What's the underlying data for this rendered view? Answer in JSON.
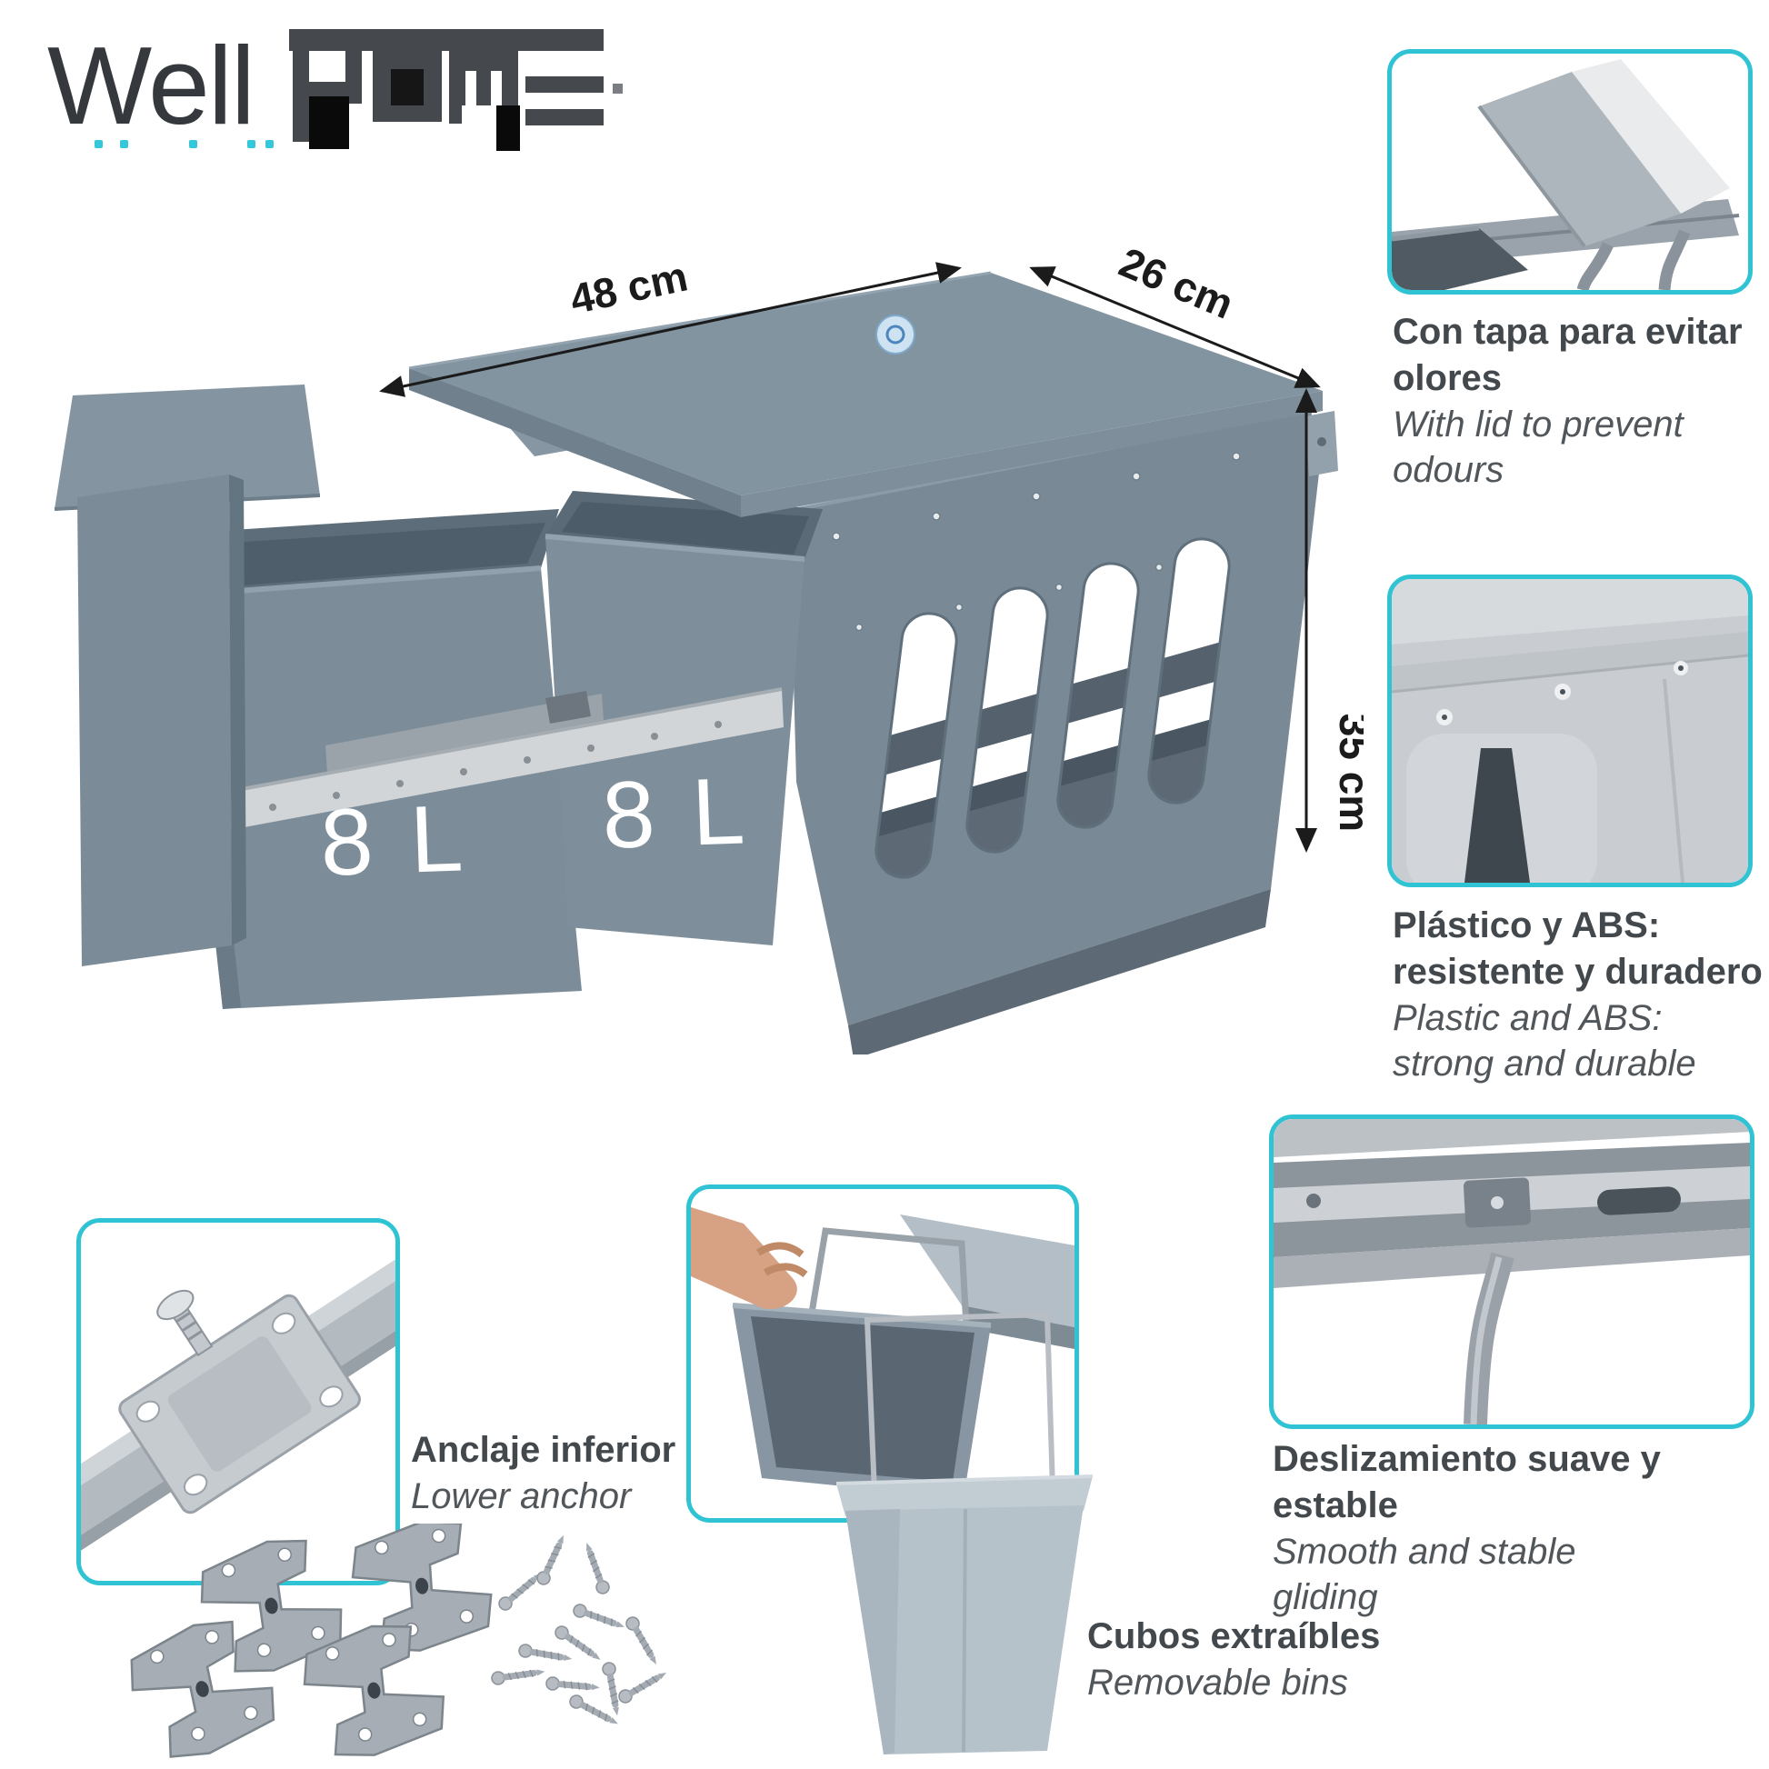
{
  "brand": {
    "well": "Well",
    "home": "HOME",
    "dot_color": "#35c8da"
  },
  "colors": {
    "accent": "#2fc3d4",
    "product_gray": "#7c8d99",
    "lid_gray": "#8394a1",
    "frame_gray": "#798a96",
    "rail_silver": "#d2d5d8",
    "title_text": "#43484d",
    "subtitle_text": "#51565b",
    "dimension_text": "#1b1b1b"
  },
  "product": {
    "bin_left_label": "8 L",
    "bin_right_label": "8 L",
    "width_label": "48 cm",
    "depth_label": "26 cm",
    "height_label": "35 cm"
  },
  "callouts": {
    "lid": {
      "title": "Con tapa para evitar olores",
      "subtitle": "With lid to prevent odours"
    },
    "material": {
      "title": "Plástico y ABS: resistente y duradero",
      "subtitle": "Plastic and ABS: strong and durable"
    },
    "anchor": {
      "title": "Anclaje inferior",
      "subtitle": "Lower anchor"
    },
    "removable": {
      "title": "Cubos extraíbles",
      "subtitle": "Removable bins"
    },
    "gliding": {
      "title": "Deslizamiento suave y estable",
      "subtitle": "Smooth and stable gliding"
    }
  }
}
